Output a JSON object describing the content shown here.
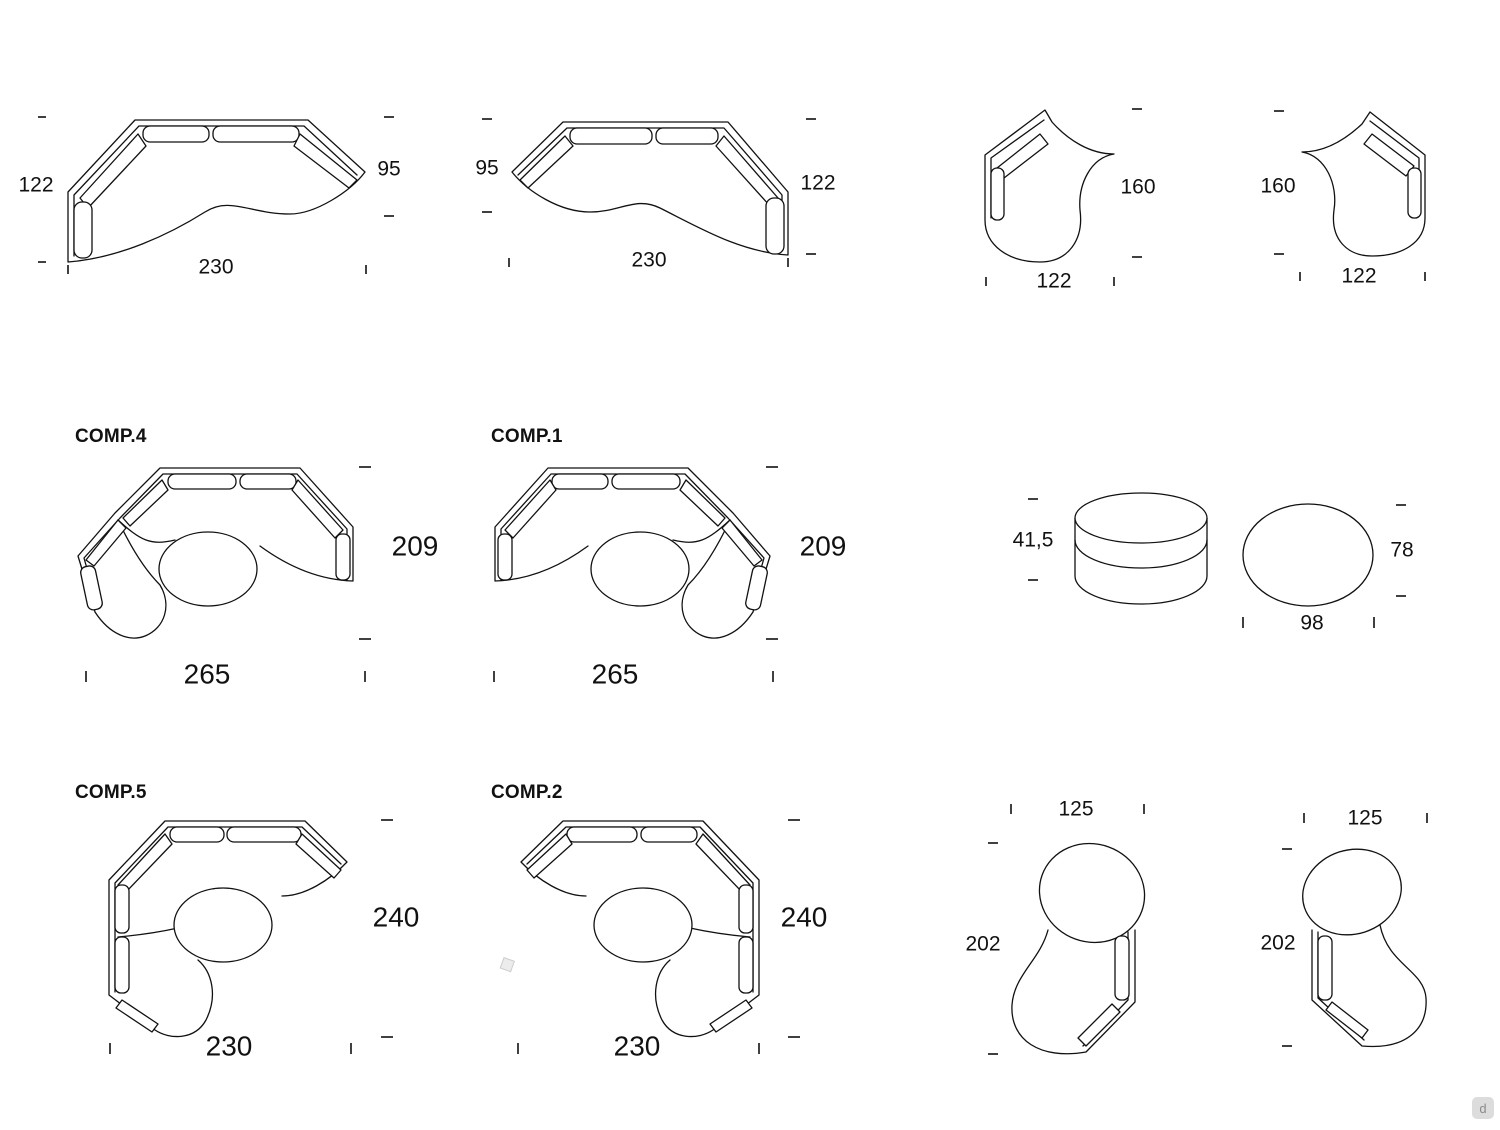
{
  "compositions": {
    "comp4": "COMP.4",
    "comp1": "COMP.1",
    "comp5": "COMP.5",
    "comp2": "COMP.2"
  },
  "dimensions": {
    "top_left_depth": "122",
    "top_left_side": "95",
    "top_left_width": "230",
    "top_mid_side": "95",
    "top_mid_depth": "122",
    "top_mid_width": "230",
    "chaise_right_depth": "160",
    "chaise_right_width": "122",
    "chaise_left_depth": "160",
    "chaise_left_width": "122",
    "comp4_depth": "209",
    "comp4_width": "265",
    "comp1_depth": "209",
    "comp1_width": "265",
    "pouf_height": "41,5",
    "pouf_depth": "78",
    "pouf_width": "98",
    "comp5_depth": "240",
    "comp5_width": "230",
    "comp2_depth": "240",
    "comp2_width": "230",
    "island_left_width": "125",
    "island_left_depth": "202",
    "island_right_width": "125",
    "island_right_depth": "202"
  },
  "brand_badge": "d"
}
